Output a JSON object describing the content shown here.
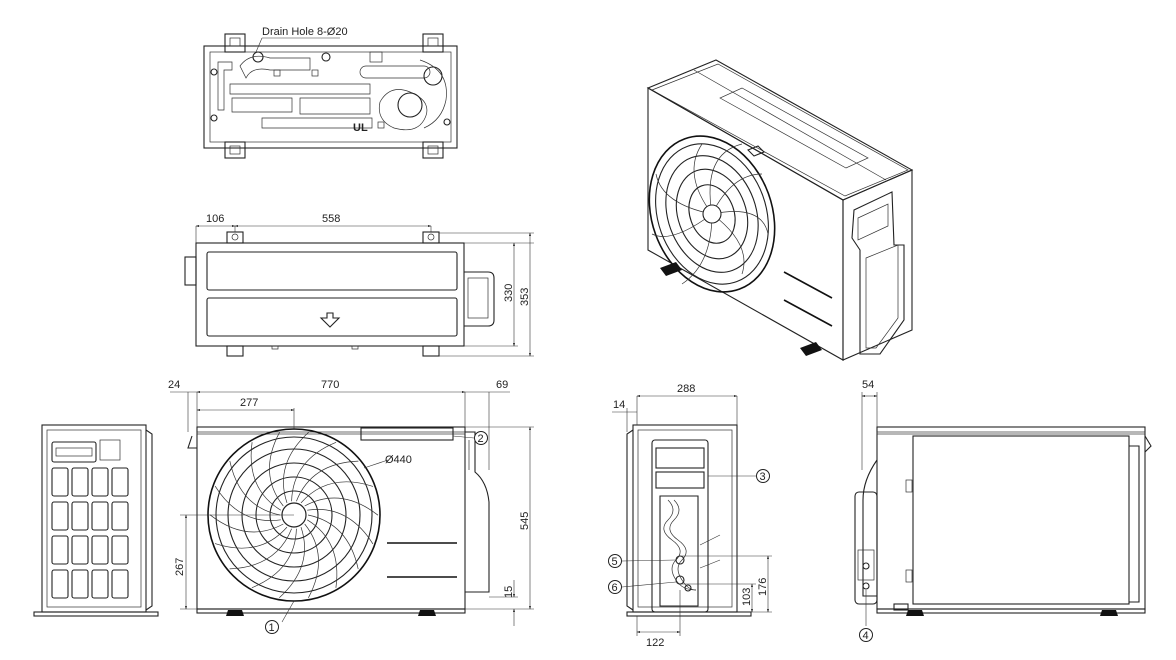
{
  "labels": {
    "drain_hole": "Drain Hole 8-Ø20",
    "stamp": "UL",
    "fan_diameter": "Ø440"
  },
  "dimensions": {
    "top_left_offset": "106",
    "top_mount_spacing": "558",
    "top_depth_inner": "330",
    "top_depth_outer": "353",
    "front_left_overhang": "24",
    "front_width": "770",
    "front_right_overhang": "69",
    "front_fan_offset": "277",
    "front_height": "545",
    "front_fan_height": "267",
    "front_base_height": "15",
    "side_left_overhang": "14",
    "side_depth": "288",
    "side_pipe_height_low": "103",
    "side_pipe_height_high": "176",
    "side_pipe_offset": "122",
    "right_overhang": "54"
  },
  "callouts": [
    "1",
    "2",
    "3",
    "4",
    "5",
    "6"
  ]
}
